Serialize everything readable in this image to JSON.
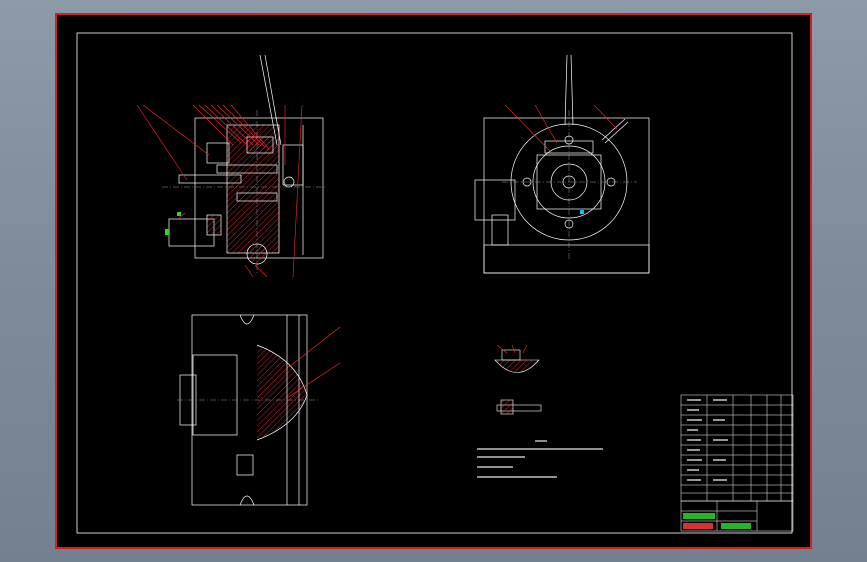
{
  "drawing": {
    "title_block": {
      "cells": [
        "",
        "",
        "",
        "",
        "",
        ""
      ]
    }
  },
  "colors": {
    "background": "#7f8c9b",
    "sheet": "#000000",
    "sheet_border": "#d41f1f",
    "line": "#ffffff",
    "leader": "#ff2a2a",
    "section": "#ff2a2a",
    "centerline": "#9a9a9a",
    "accent_green": "#2bd62b",
    "accent_cyan": "#00c8ff"
  },
  "views": [
    "front-section-view",
    "side-view",
    "top-section-view",
    "detail-views",
    "technical-notes",
    "parts-list",
    "title-block"
  ]
}
